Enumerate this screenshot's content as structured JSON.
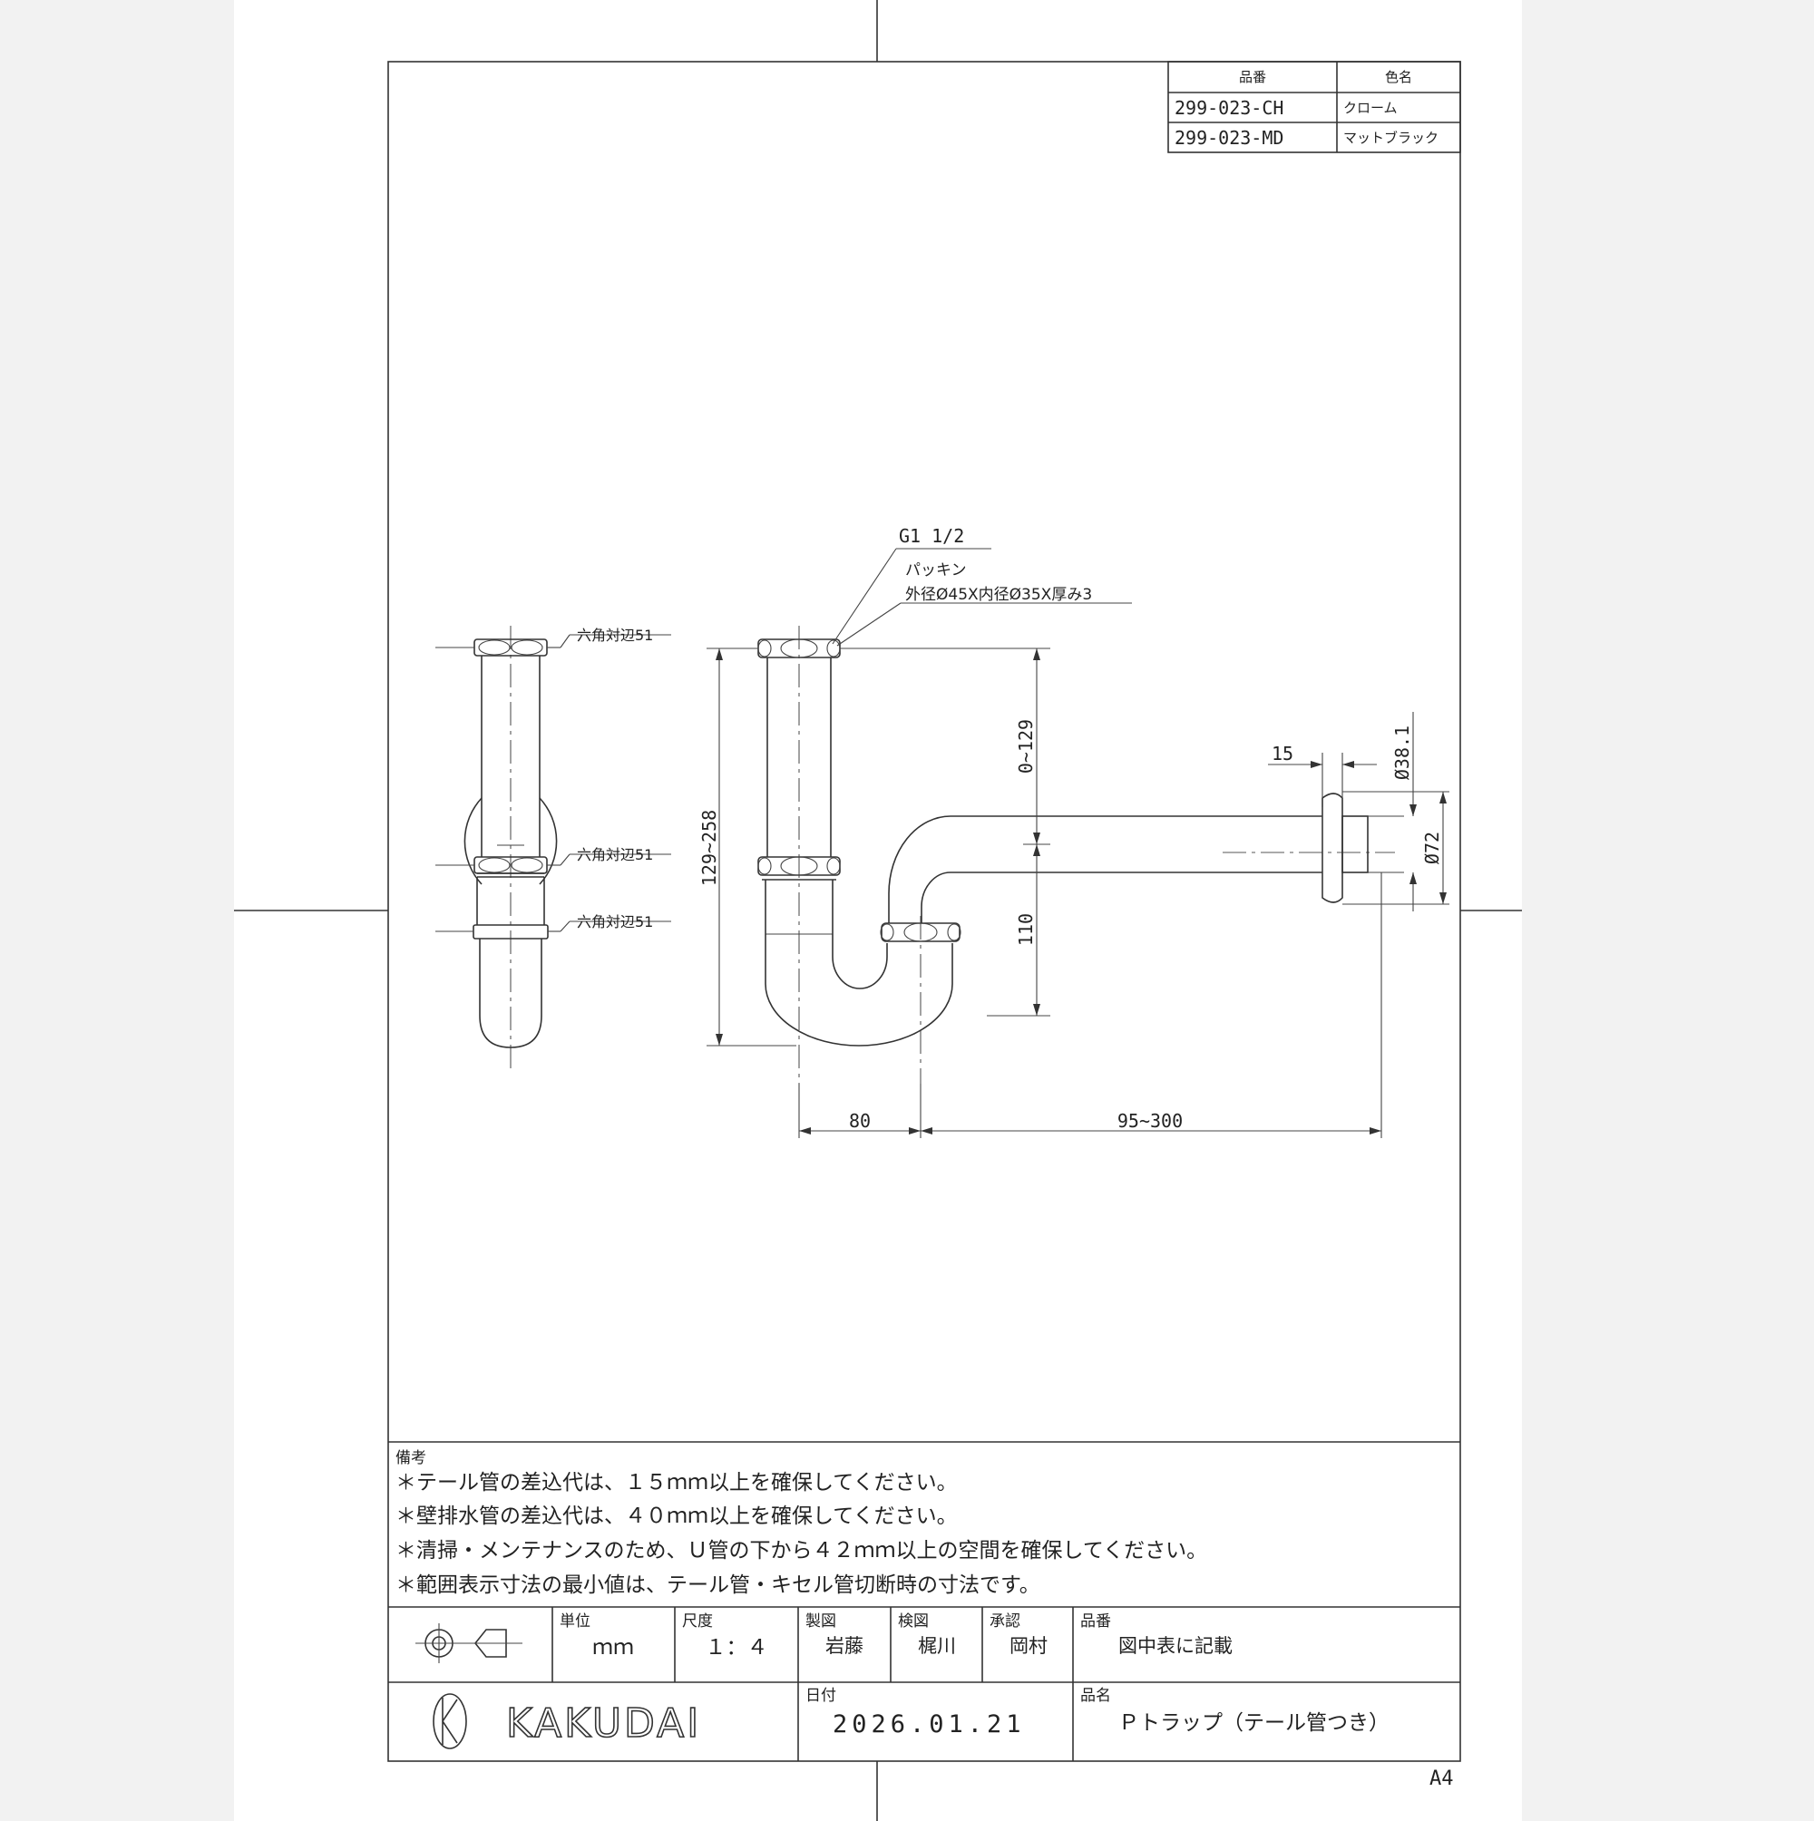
{
  "parts_table": {
    "header_part_no": "品番",
    "header_color": "色名",
    "rows": [
      {
        "part_no": "299-023-CH",
        "color": "クローム"
      },
      {
        "part_no": "299-023-MD",
        "color": "マットブラック"
      }
    ]
  },
  "drawing": {
    "thread_label": "G1 1/2",
    "packing_label": "パッキン",
    "packing_spec": "外径Ø45X内径Ø35X厚み3",
    "hex_labels": [
      "六角対辺51",
      "六角対辺51",
      "六角対辺51"
    ],
    "dim_vertical_total": "129~258",
    "dim_vertical_upper": "0~129",
    "dim_vertical_lower": "110",
    "dim_horizontal_left": "80",
    "dim_horizontal_right": "95~300",
    "dim_flange_offset": "15",
    "dim_pipe_dia": "Ø38.1",
    "dim_flange_dia": "Ø72"
  },
  "notes": {
    "title": "備考",
    "items": [
      "＊テール管の差込代は、１５ｍｍ以上を確保してください。",
      "＊壁排水管の差込代は、４０ｍｍ以上を確保してください。",
      "＊清掃・メンテナンスのため、Ｕ管の下から４２ｍｍ以上の空間を確保してください。",
      "＊範囲表示寸法の最小値は、テール管・キセル管切断時の寸法です。"
    ]
  },
  "title_block": {
    "unit_label": "単位",
    "unit_value": "ｍｍ",
    "scale_label": "尺度",
    "scale_value": "１：４",
    "drawn_label": "製図",
    "drawn_value": "岩藤",
    "checked_label": "検図",
    "checked_value": "梶川",
    "approved_label": "承認",
    "approved_value": "岡村",
    "part_no_label": "品番",
    "part_no_value": "図中表に記載",
    "date_label": "日付",
    "date_value": "2026.01.21",
    "name_label": "品名",
    "name_value": "Ｐトラップ（テール管つき）",
    "company": "KAKUDAI"
  },
  "paper_size": "A4"
}
